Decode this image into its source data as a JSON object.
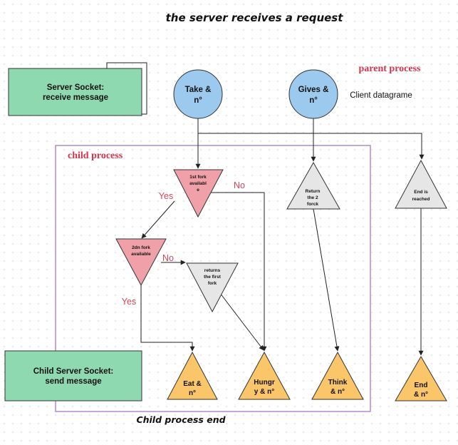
{
  "title": "the server receives a request",
  "labels": {
    "parent_process": "parent process",
    "child_process": "child process",
    "child_process_end": "Child process end",
    "client_datagram": "Client datagrame"
  },
  "boxes": {
    "server_socket": [
      "Server Socket:",
      "receive message"
    ],
    "child_server_socket": [
      "Child Server Socket:",
      "send message"
    ]
  },
  "circles": {
    "take": [
      "Take &",
      "n°"
    ],
    "gives": [
      "Gives &",
      "n°"
    ]
  },
  "decisions": {
    "first_fork": [
      "1st fork",
      "availabl",
      "e"
    ],
    "second_fork": [
      "2dn fork",
      "available"
    ]
  },
  "actions": {
    "returns_first": [
      "returns",
      "the first",
      "fork"
    ],
    "return_two": [
      "Return",
      "the 2",
      "forck"
    ],
    "end_reached": [
      "End is",
      "reached"
    ]
  },
  "terminals": {
    "eat": [
      "Eat &",
      "n°"
    ],
    "hungry": [
      "Hungr",
      "y & n°"
    ],
    "think": [
      "Think",
      "& n°"
    ],
    "end": [
      "End",
      "& n°"
    ]
  },
  "edge_labels": {
    "yes1": "Yes",
    "no1": "No",
    "no2": "No",
    "yes2": "Yes"
  },
  "colors": {
    "box_fill": "#8fd9b0",
    "circle_fill": "#9cc9ee",
    "decision_fill": "#f0a0a8",
    "action_fill": "#e6e6e6",
    "terminal_fill": "#fbc56a",
    "child_frame": "#b28ad4",
    "accent_red": "#d6344b"
  }
}
